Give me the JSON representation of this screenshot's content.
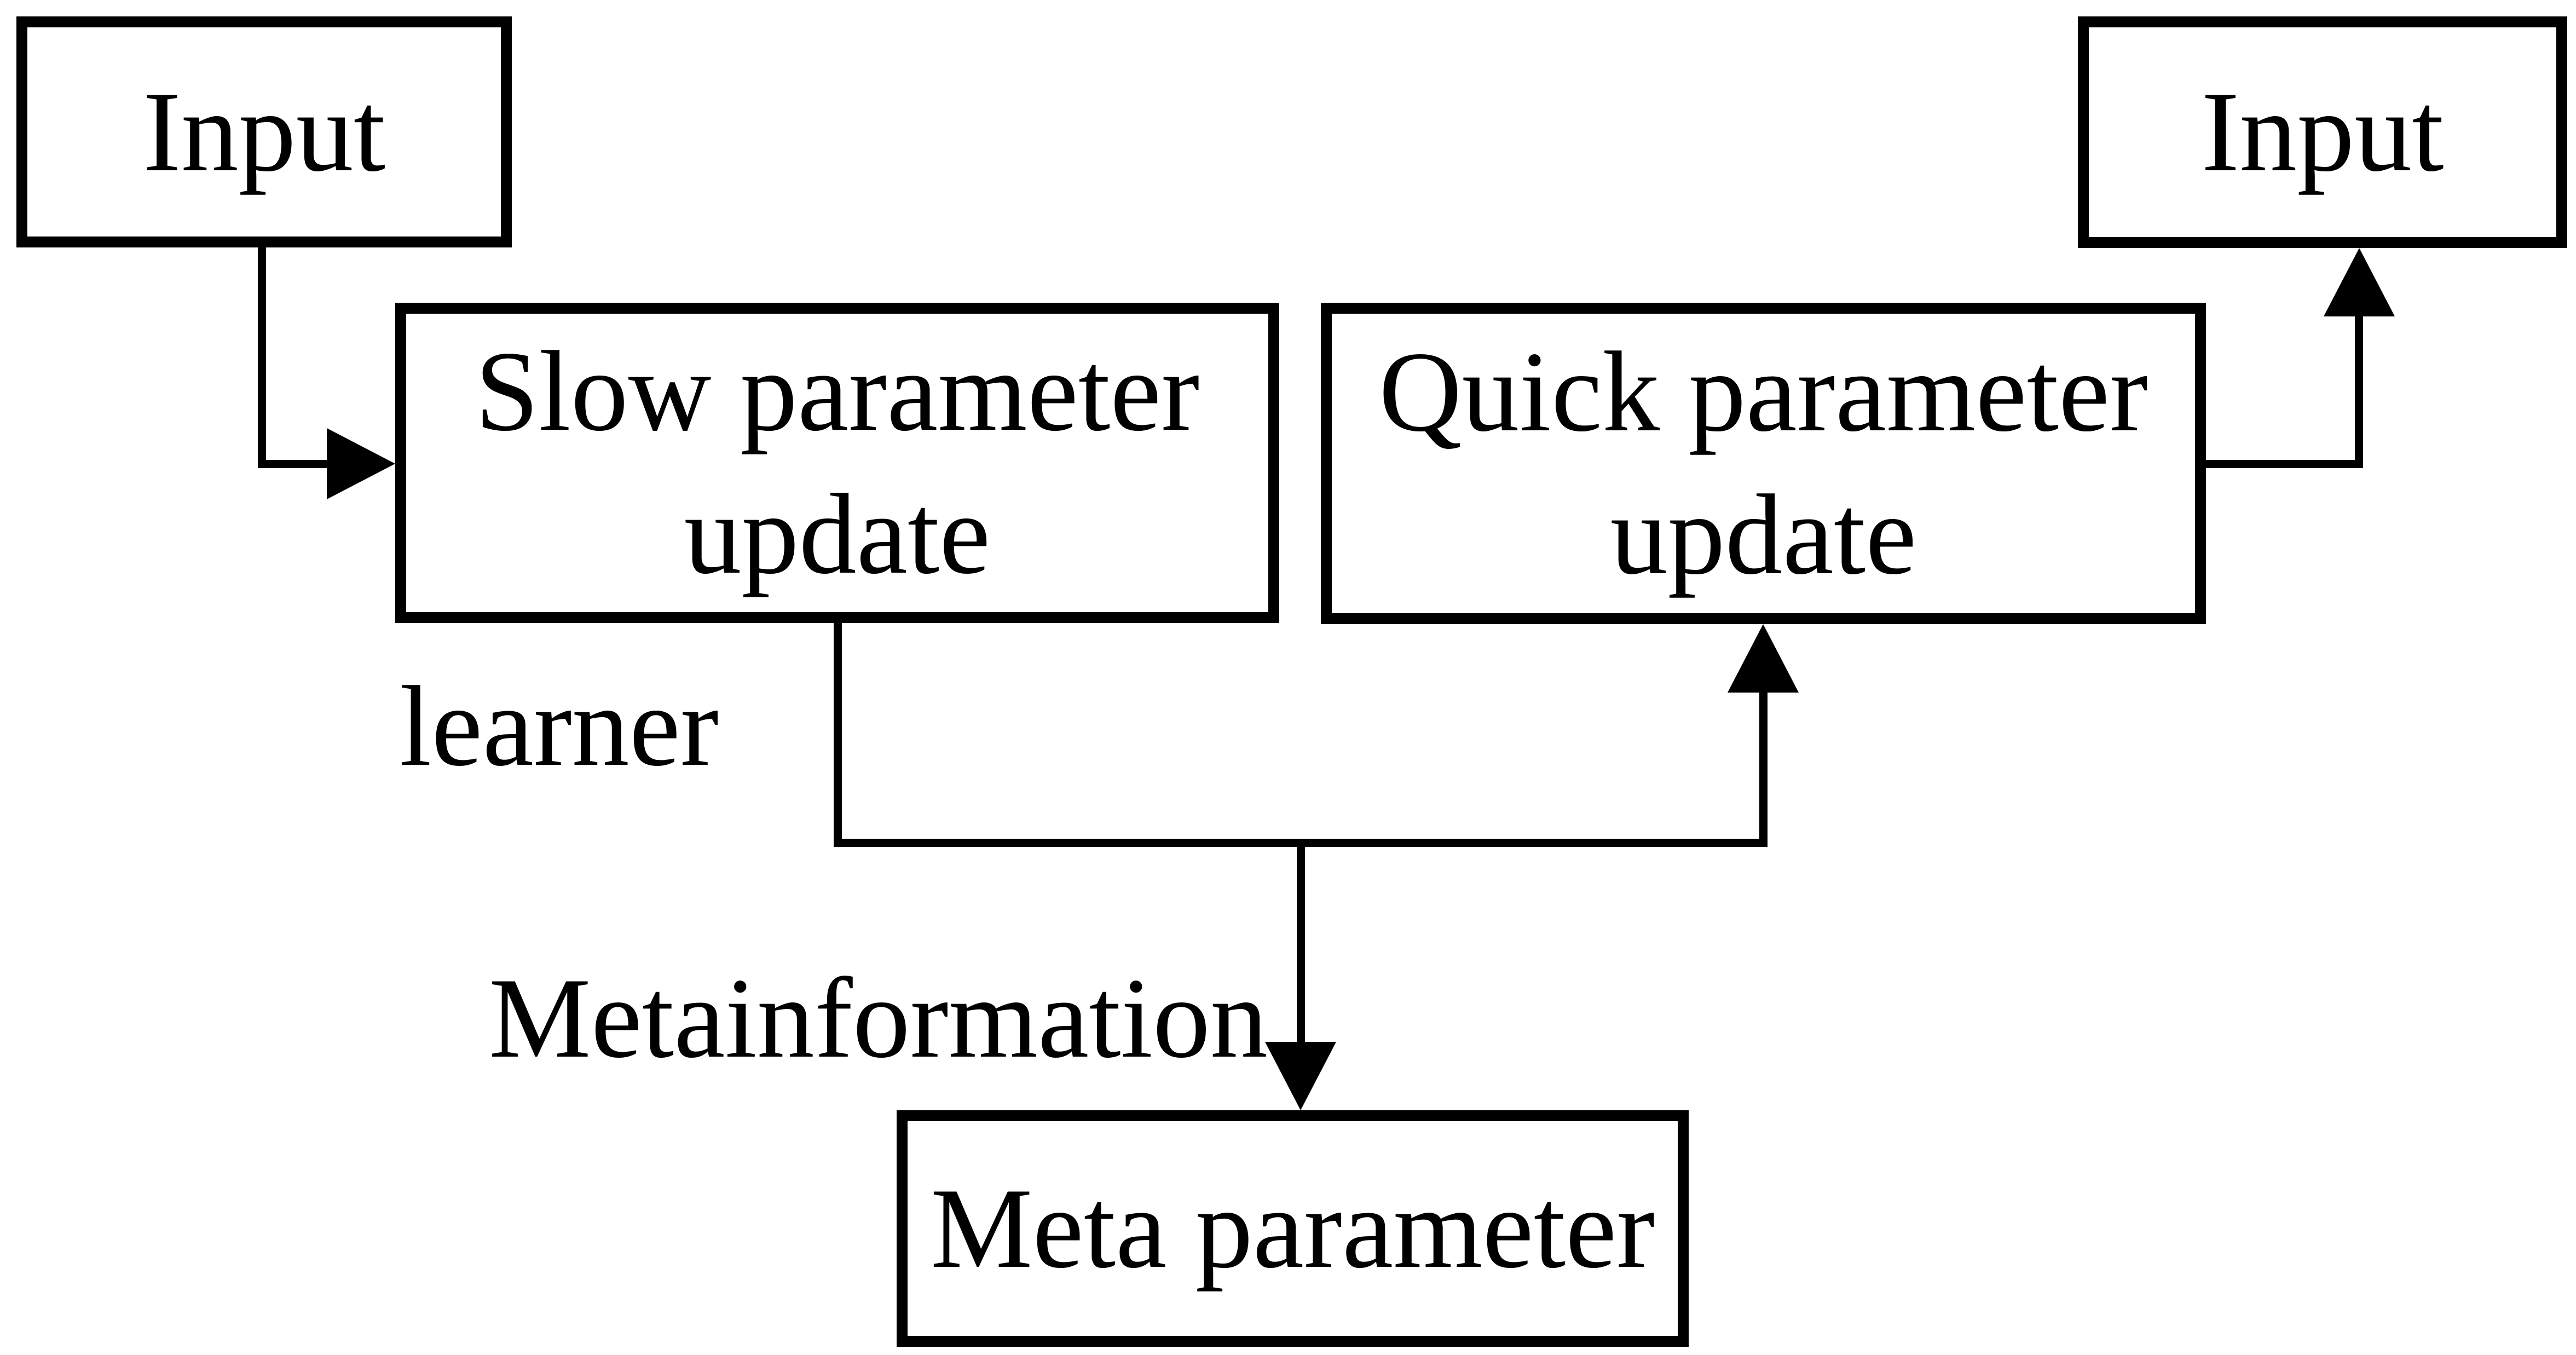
{
  "nodes": {
    "input_left": {
      "label": "Input"
    },
    "input_right": {
      "label": "Input"
    },
    "slow": {
      "line1": "Slow parameter",
      "line2": "update"
    },
    "quick": {
      "line1": "Quick parameter",
      "line2": "update"
    },
    "meta": {
      "label": "Meta parameter"
    }
  },
  "annotations": {
    "learner": "learner",
    "metainformation": "Metainformation"
  },
  "colors": {
    "line": "#000000",
    "background": "#ffffff"
  }
}
